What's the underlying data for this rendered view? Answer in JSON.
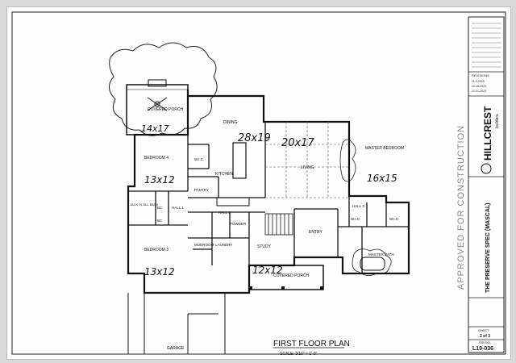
{
  "plan": {
    "title": "FIRST FLOOR PLAN",
    "scale": "SCALE: 3/16\" = 1'-0\""
  },
  "rooms": {
    "covered_porch_rear": "COVERED PORCH",
    "dining": "DINING",
    "kitchen": "KITCHEN",
    "living": "LIVING",
    "master_bedroom": "MASTER BEDROOM",
    "bedroom_a": "BEDROOM 4",
    "bedroom_b": "BEDROOM 3",
    "jack_jill_bath": "JACK 'N JILL BATH",
    "pantry": "PANTRY",
    "hall_a": "HALL 1",
    "hall_b": "HALL 2",
    "hall_c": "HALL 3",
    "powder": "POWDER",
    "mudroom": "MUDROOM",
    "laundry": "LAUNDRY",
    "study": "STUDY",
    "entry": "ENTRY",
    "master_bath": "MASTER BATH",
    "covered_porch_front": "COVERED PORCH",
    "garage": "GARAGE",
    "wic_1": "W.I.C.",
    "wic_2": "W.I.C.",
    "wic_3": "W.I.C.",
    "bc_1": "BC",
    "bc_2": "BC"
  },
  "handwritten": {
    "porch": "14x17",
    "dining": "28x19",
    "living": "20x17",
    "master": "16x15",
    "bedroom_a": "13x12",
    "bedroom_b": "13x12",
    "study": "12x12"
  },
  "stamp": {
    "text": "APPROVED FOR CONSTRUCTION"
  },
  "title_block": {
    "brand": "HILLCREST",
    "brand_sub": "builders",
    "project": "THE PRESERVE SPEC (MASCAL)",
    "revisions_label": "REVISIONS",
    "revisions": [
      "11-2-2020",
      "12-18-2020",
      "12-21-2020"
    ],
    "sheet_label": "SHEET",
    "sheet_value": "2 of 3",
    "job_label": "JOB NO.",
    "job_number": "L19-036"
  },
  "colors": {
    "ink": "#111111",
    "paper": "#fdfdfd",
    "stamp": "#8a8a8a"
  }
}
